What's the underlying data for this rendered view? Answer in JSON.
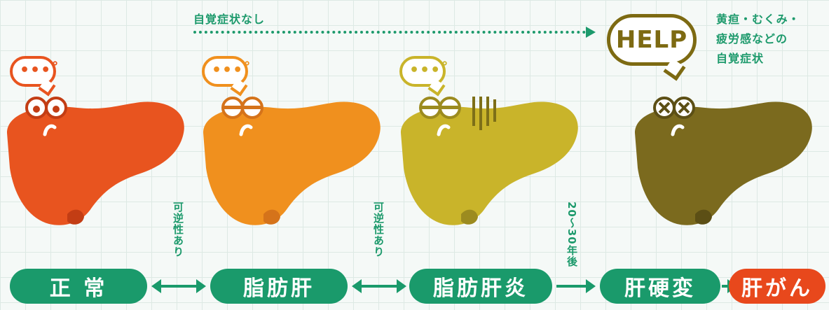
{
  "top": {
    "no_symptoms": "自覚症状なし",
    "help": "HELP",
    "symptoms_lines": [
      "黄疸・むくみ・",
      "疲労感などの",
      "自覚症状"
    ]
  },
  "transitions": {
    "reversible_1": "可逆性あり",
    "reversible_2": "可逆性あり",
    "years": "20〜30年後"
  },
  "stages": [
    {
      "label": "正 常",
      "color": "#e8541f"
    },
    {
      "label": "脂肪肝",
      "color": "#f0901e"
    },
    {
      "label": "脂肪肝炎",
      "color": "#c9b42a"
    },
    {
      "label": "肝硬変",
      "color": "#7b6a1e"
    },
    {
      "label": "肝がん",
      "color": "#e8481c"
    }
  ],
  "colors": {
    "accent": "#1a9a6b"
  }
}
